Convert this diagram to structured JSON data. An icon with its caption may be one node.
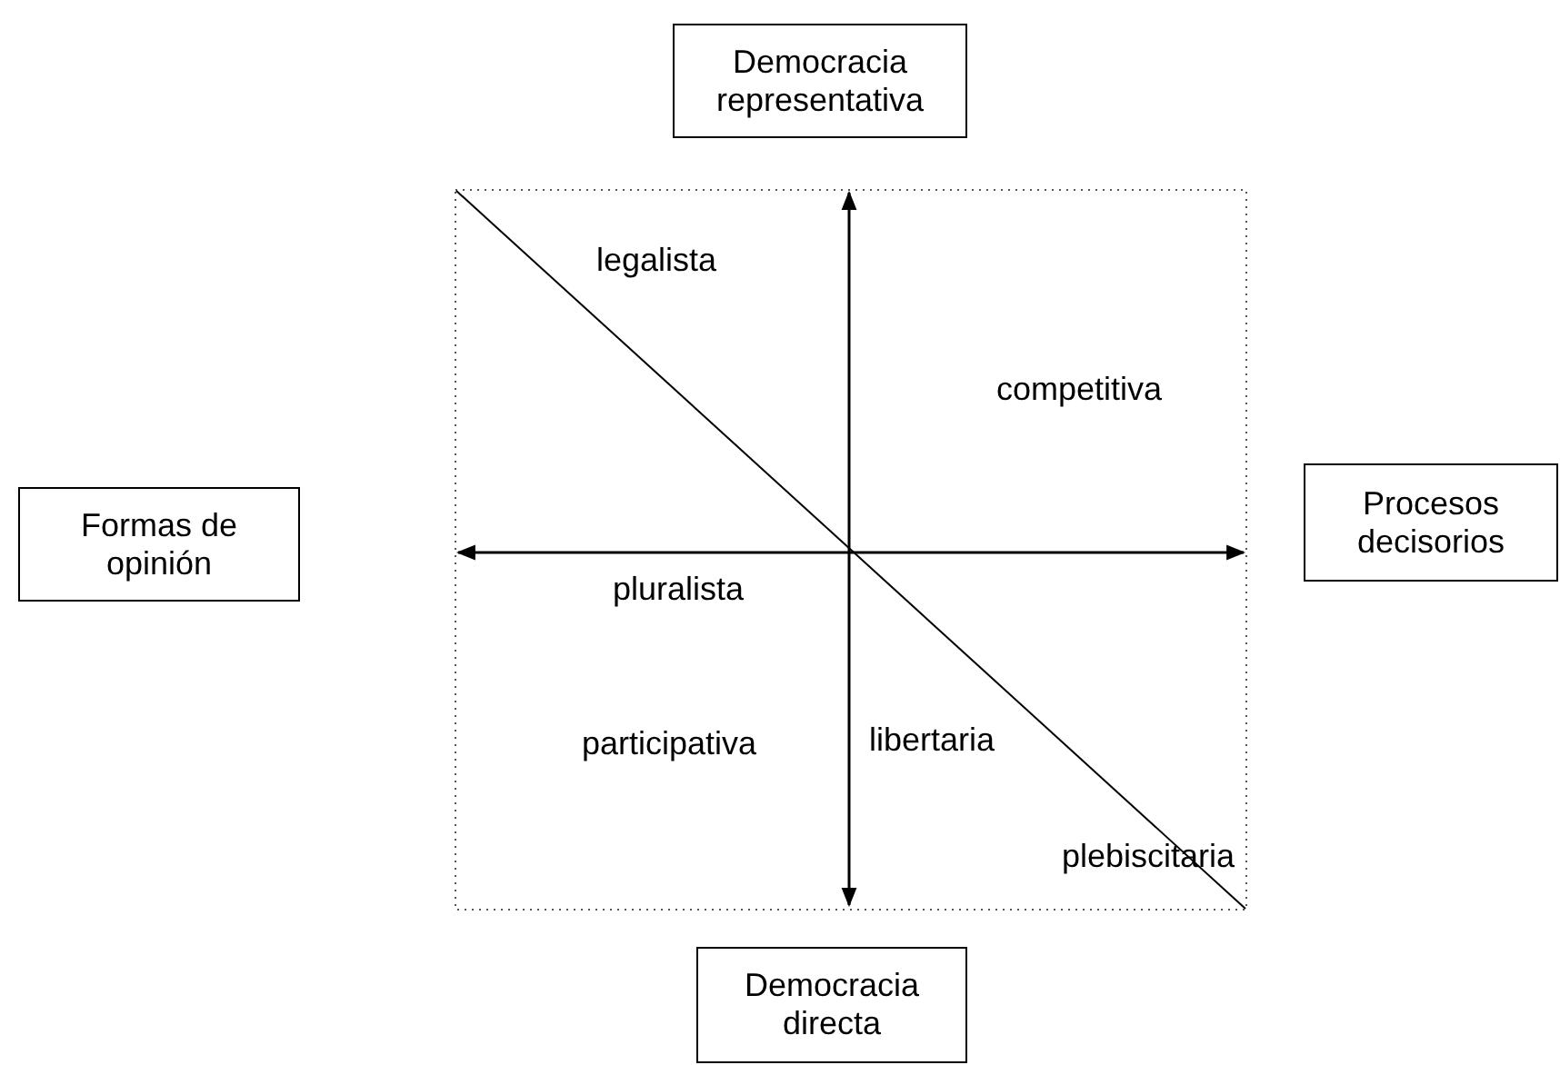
{
  "diagram": {
    "nodes": [
      {
        "text": [
          "Democracia representativa"
        ]
      },
      {
        "text": [
          "Formas de opinión"
        ]
      },
      {
        "text": [
          "Procesos decisorios"
        ]
      },
      {
        "text": [
          "Democracia directa"
        ]
      }
    ],
    "labels": [
      "legalista",
      "competitiva",
      "pluralista",
      "participativa",
      "libertaria",
      "plebiscitaria"
    ]
  }
}
